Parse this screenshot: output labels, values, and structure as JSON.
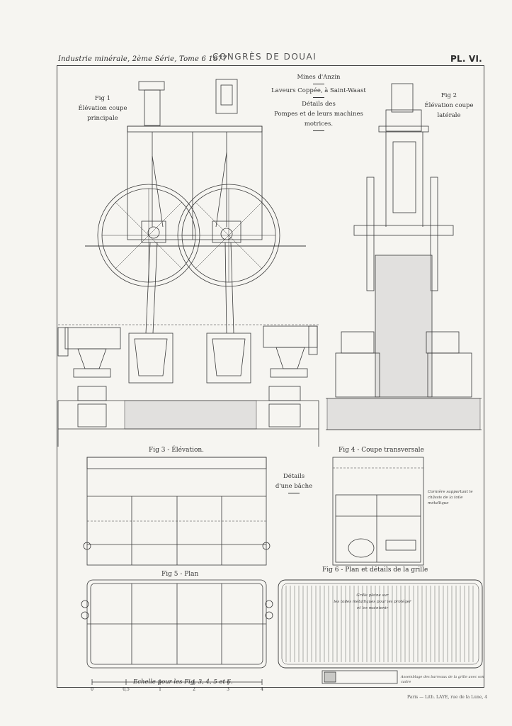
{
  "header": {
    "left": "Industrie minérale, 2ème Série, Tome 6 1877",
    "center": "CONGRÈS DE DOUAI",
    "right": "PL. VI."
  },
  "fig1": {
    "label": "Fig 1",
    "line1": "Élévation coupe",
    "line2": "principale"
  },
  "fig2": {
    "label": "Fig 2",
    "line1": "Élévation coupe",
    "line2": "latérale"
  },
  "title_block": {
    "line1": "Mines d'Anzin",
    "line2": "Laveurs Coppée, à Saint-Waast",
    "line3": "Détails des",
    "line4": "Pompes et de leurs machines",
    "line5": "motrices."
  },
  "fig3": {
    "label": "Fig 3 - Élévation."
  },
  "fig4": {
    "label": "Fig 4 - Coupe transversale"
  },
  "fig5": {
    "label": "Fig 5 - Plan"
  },
  "fig6": {
    "label": "Fig 6 - Plan et détails de la grille"
  },
  "details": {
    "line1": "Détails",
    "line2": "d'une bâche"
  },
  "notes": {
    "note1": "Cornière supportant le châssis de la toile métallique",
    "note2_line1": "Grille pleine sur",
    "note2_line2": "les toiles métalliques pour les protéger",
    "note2_line3": "et les maintenir",
    "note3": "Assemblage des barreaux de la grille avec son cadre"
  },
  "scale": {
    "label": "Echelle pour les Fig. 3, 4, 5 et 6."
  },
  "scale_ticks": [
    "0",
    "0,5",
    "1",
    "2",
    "3",
    "4"
  ],
  "printer": "Paris — Lith. LAYE, rue de la Lune, 4"
}
